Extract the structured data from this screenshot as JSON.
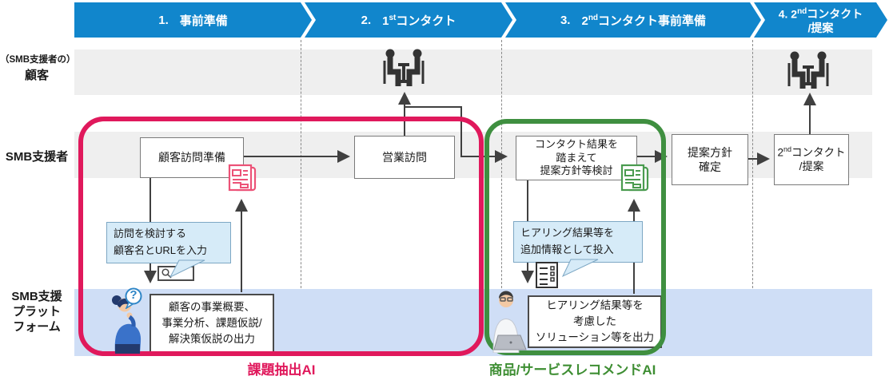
{
  "header": {
    "phases": [
      {
        "num": "1.",
        "title": "事前準備"
      },
      {
        "num": "2.",
        "pre": "1",
        "sup": "st",
        "title": "コンタクト"
      },
      {
        "num": "3.",
        "pre": "2",
        "sup": "nd",
        "title": "コンタクト事前準備"
      },
      {
        "num": "4.",
        "pre": "2",
        "sup": "nd",
        "title": "コンタクト",
        "title2": "/提案"
      }
    ]
  },
  "lanes": {
    "customer": {
      "label_small": "（SMB支援者の）",
      "label": "顧客"
    },
    "supporter": {
      "label": "SMB支援者"
    },
    "platform": {
      "line1": "SMB支援",
      "line2": "プラット",
      "line3": "フォーム"
    }
  },
  "boxes": {
    "visit_prep": "顧客訪問準備",
    "sales_visit": "営業訪問",
    "consider": [
      "コンタクト結果を",
      "踏まえて",
      "提案方針等検討"
    ],
    "policy": [
      "提案方針",
      "確定"
    ],
    "second_contact": {
      "pre": "2",
      "sup": "nd",
      "rest": "コンタクト",
      "line2": "/提案"
    }
  },
  "callouts": {
    "input_url": [
      "訪問を検討する",
      "顧客名とURLを入力"
    ],
    "add_info": [
      "ヒアリング結果等を",
      "追加情報として投入"
    ]
  },
  "outputs": {
    "analysis": [
      "顧客の事業概要、",
      "事業分析、課題仮説/",
      "解決策仮説の出力"
    ],
    "solution": [
      "ヒアリング結果等を",
      "考慮した",
      "ソリューション等を出力"
    ]
  },
  "ai_labels": {
    "issue": "課題抽出AI",
    "recommend": "商品/サービスレコメンドAI"
  },
  "icons": {
    "question_mark": "?",
    "meeting": "meeting-icon",
    "report_red": "newspaper-report-icon-red",
    "report_green": "newspaper-report-icon-green",
    "search": "magnifier-icon",
    "checklist": "checklist-icon",
    "thinking_woman": "thinking-woman-illustration",
    "man_laptop": "man-with-laptop-illustration"
  },
  "colors": {
    "header_blue": "#1186cc",
    "lane_gray": "#efefef",
    "lane_blue": "#cfdef6",
    "highlight_red": "#e0195c",
    "highlight_green": "#3f8f40",
    "ai_label_red": "#e0195c",
    "ai_label_green": "#3e8e33",
    "callout_fill": "#d6ebf8",
    "callout_border": "#7da7c4",
    "arrow": "#404040"
  }
}
